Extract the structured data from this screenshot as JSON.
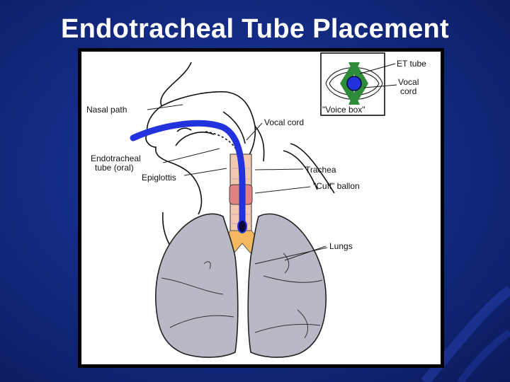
{
  "slide": {
    "title": "Endotracheal Tube Placement"
  },
  "diagram": {
    "labels": {
      "nasal_path": "Nasal path",
      "endotracheal_line1": "Endotracheal",
      "endotracheal_line2": "tube (oral)",
      "epiglottis": "Epiglottis",
      "vocal_cord_main": "Vocal cord",
      "trachea": "Trachea",
      "cuff_balloon": "\"Cuff\" ballon",
      "lungs": "Lungs"
    },
    "inset": {
      "et_tube": "ET tube",
      "vocal_line1": "Vocal",
      "vocal_line2": "cord",
      "voice_box": "\"Voice box\""
    },
    "colors": {
      "background": "#142c86",
      "tube": "#2233dd",
      "lungs": "#b9b9c6",
      "cuff": "#e08080",
      "trachea": "#f2c8b0",
      "carina": "#f6b85e",
      "vocal_cord_inset": "#2e8b3a"
    }
  }
}
